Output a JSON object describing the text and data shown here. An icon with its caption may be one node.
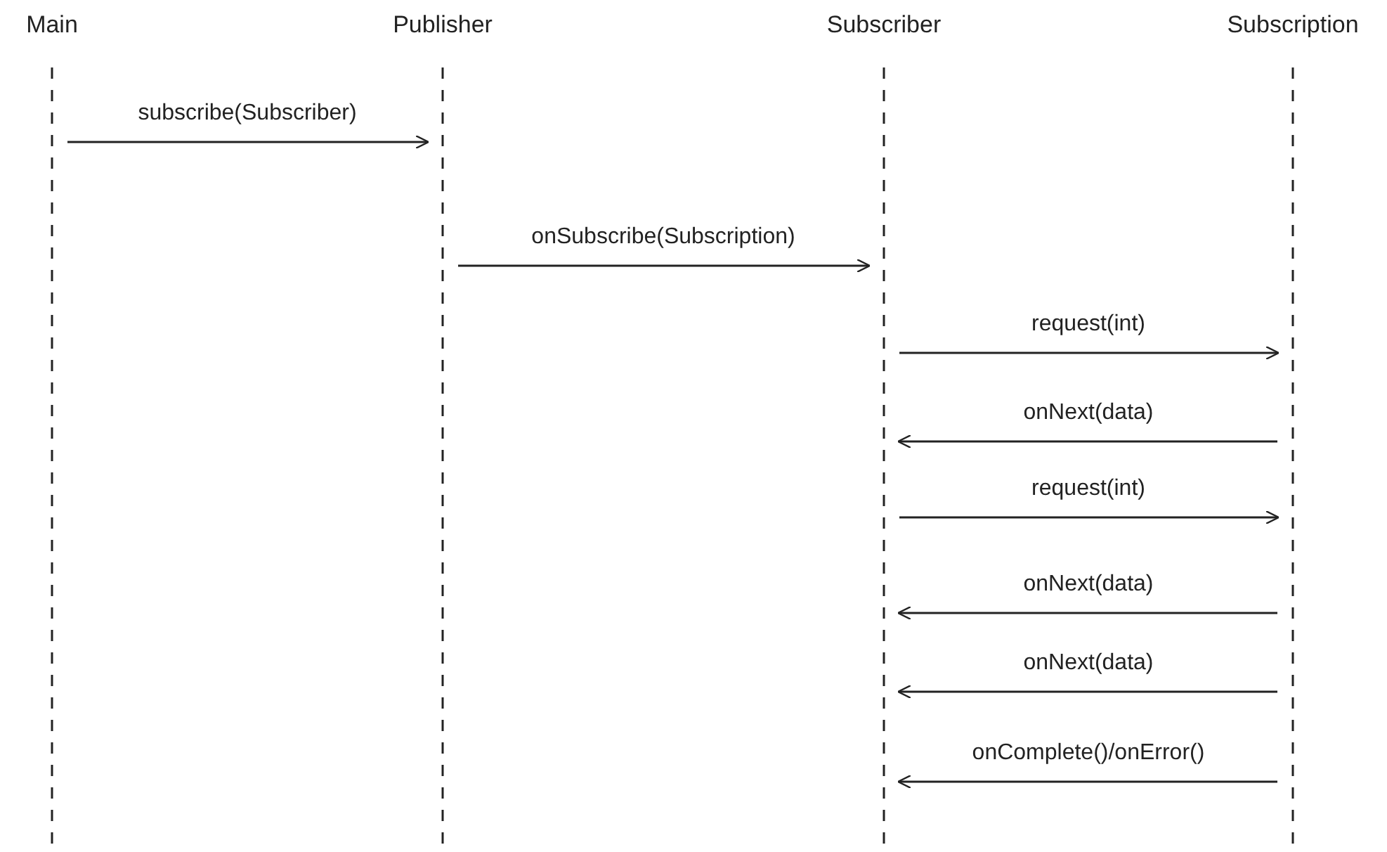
{
  "diagram": {
    "nodes": [
      {
        "text": [
          "Main"
        ]
      },
      {
        "text": [
          "Publisher"
        ]
      },
      {
        "text": [
          "Subscriber"
        ]
      },
      {
        "text": [
          "Subscription"
        ]
      },
      {
        "text": [],
        "shape": "bar"
      },
      {
        "text": [],
        "shape": "bar"
      },
      {
        "text": [],
        "shape": "bar"
      },
      {
        "text": [],
        "shape": "bar"
      }
    ],
    "edges": [
      {
        "from": 4,
        "to": 5,
        "arrow": "to",
        "label": "subscribe(Subscriber)"
      },
      {
        "from": 5,
        "to": 6,
        "arrow": "to",
        "label": "onSubscribe(Subscription)"
      },
      {
        "from": 6,
        "to": 7,
        "arrow": "to",
        "label": "request(int)"
      },
      {
        "from": 7,
        "to": 6,
        "arrow": "to",
        "label": "onNext(data)"
      },
      {
        "from": 6,
        "to": 7,
        "arrow": "to",
        "label": "request(int)"
      },
      {
        "from": 7,
        "to": 6,
        "arrow": "to",
        "label": "onNext(data)"
      },
      {
        "from": 7,
        "to": 6,
        "arrow": "to",
        "label": "onNext(data)"
      },
      {
        "from": 7,
        "to": 6,
        "arrow": "to",
        "label": "onComplete()/onError()"
      }
    ]
  }
}
